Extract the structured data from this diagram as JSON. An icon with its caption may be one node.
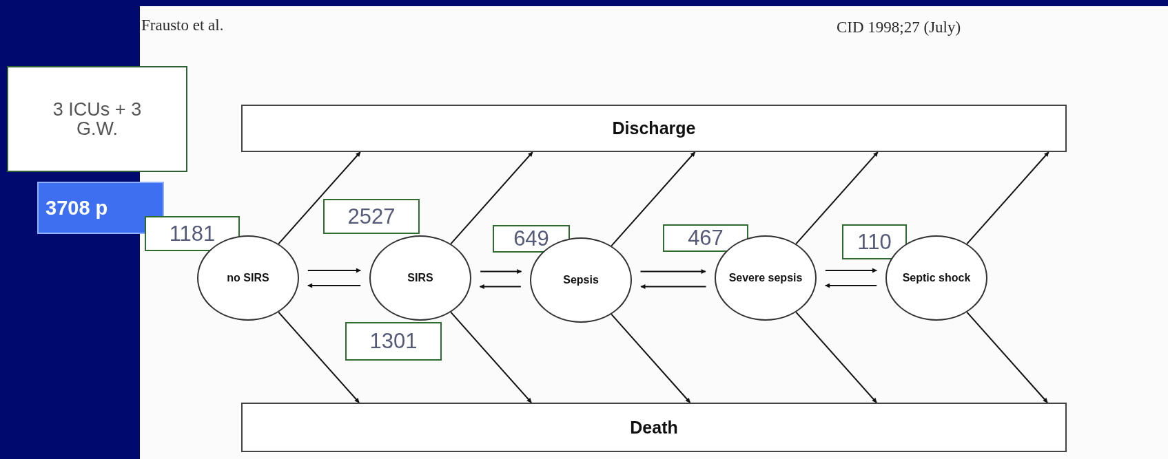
{
  "diagram": {
    "nodes": [
      {
        "text": [
          "3 ICUs + 3 G.W."
        ]
      },
      {
        "text": [
          "3708 p"
        ]
      },
      {
        "text": [
          "Discharge"
        ]
      },
      {
        "text": [
          "2527"
        ]
      },
      {
        "text": [
          "1181"
        ]
      },
      {
        "text": [
          "649"
        ]
      },
      {
        "text": [
          "467"
        ]
      },
      {
        "text": [
          "110"
        ]
      },
      {
        "text": [
          "no SIRS"
        ]
      },
      {
        "text": [
          "SIRS"
        ]
      },
      {
        "text": [
          "Sepsis"
        ]
      },
      {
        "text": [
          "Severe sepsis"
        ]
      },
      {
        "text": [
          "Septic shock"
        ]
      },
      {
        "text": [
          "1301"
        ]
      },
      {
        "text": [
          "Death"
        ]
      }
    ],
    "edges": [
      {
        "from": 8,
        "to": 2,
        "arrow": "to"
      },
      {
        "from": 9,
        "to": 2,
        "arrow": "to"
      },
      {
        "from": 10,
        "to": 2,
        "arrow": "to"
      },
      {
        "from": 11,
        "to": 2,
        "arrow": "to"
      },
      {
        "from": 12,
        "to": 2,
        "arrow": "to"
      },
      {
        "from": 8,
        "to": 9,
        "arrow": "to"
      },
      {
        "from": 9,
        "to": 8,
        "arrow": "to"
      },
      {
        "from": 9,
        "to": 10,
        "arrow": "to"
      },
      {
        "from": 10,
        "to": 9,
        "arrow": "to"
      },
      {
        "from": 10,
        "to": 11,
        "arrow": "to"
      },
      {
        "from": 11,
        "to": 10,
        "arrow": "to"
      },
      {
        "from": 11,
        "to": 12,
        "arrow": "to"
      },
      {
        "from": 12,
        "to": 11,
        "arrow": "to"
      },
      {
        "from": 8,
        "to": 14,
        "arrow": "to"
      },
      {
        "from": 9,
        "to": 14,
        "arrow": "to"
      },
      {
        "from": 10,
        "to": 14,
        "arrow": "to"
      },
      {
        "from": 11,
        "to": 14,
        "arrow": "to"
      },
      {
        "from": 12,
        "to": 14,
        "arrow": "to"
      }
    ],
    "labels": [
      "Frausto et al.",
      "CID 1998;27 (July)"
    ]
  }
}
